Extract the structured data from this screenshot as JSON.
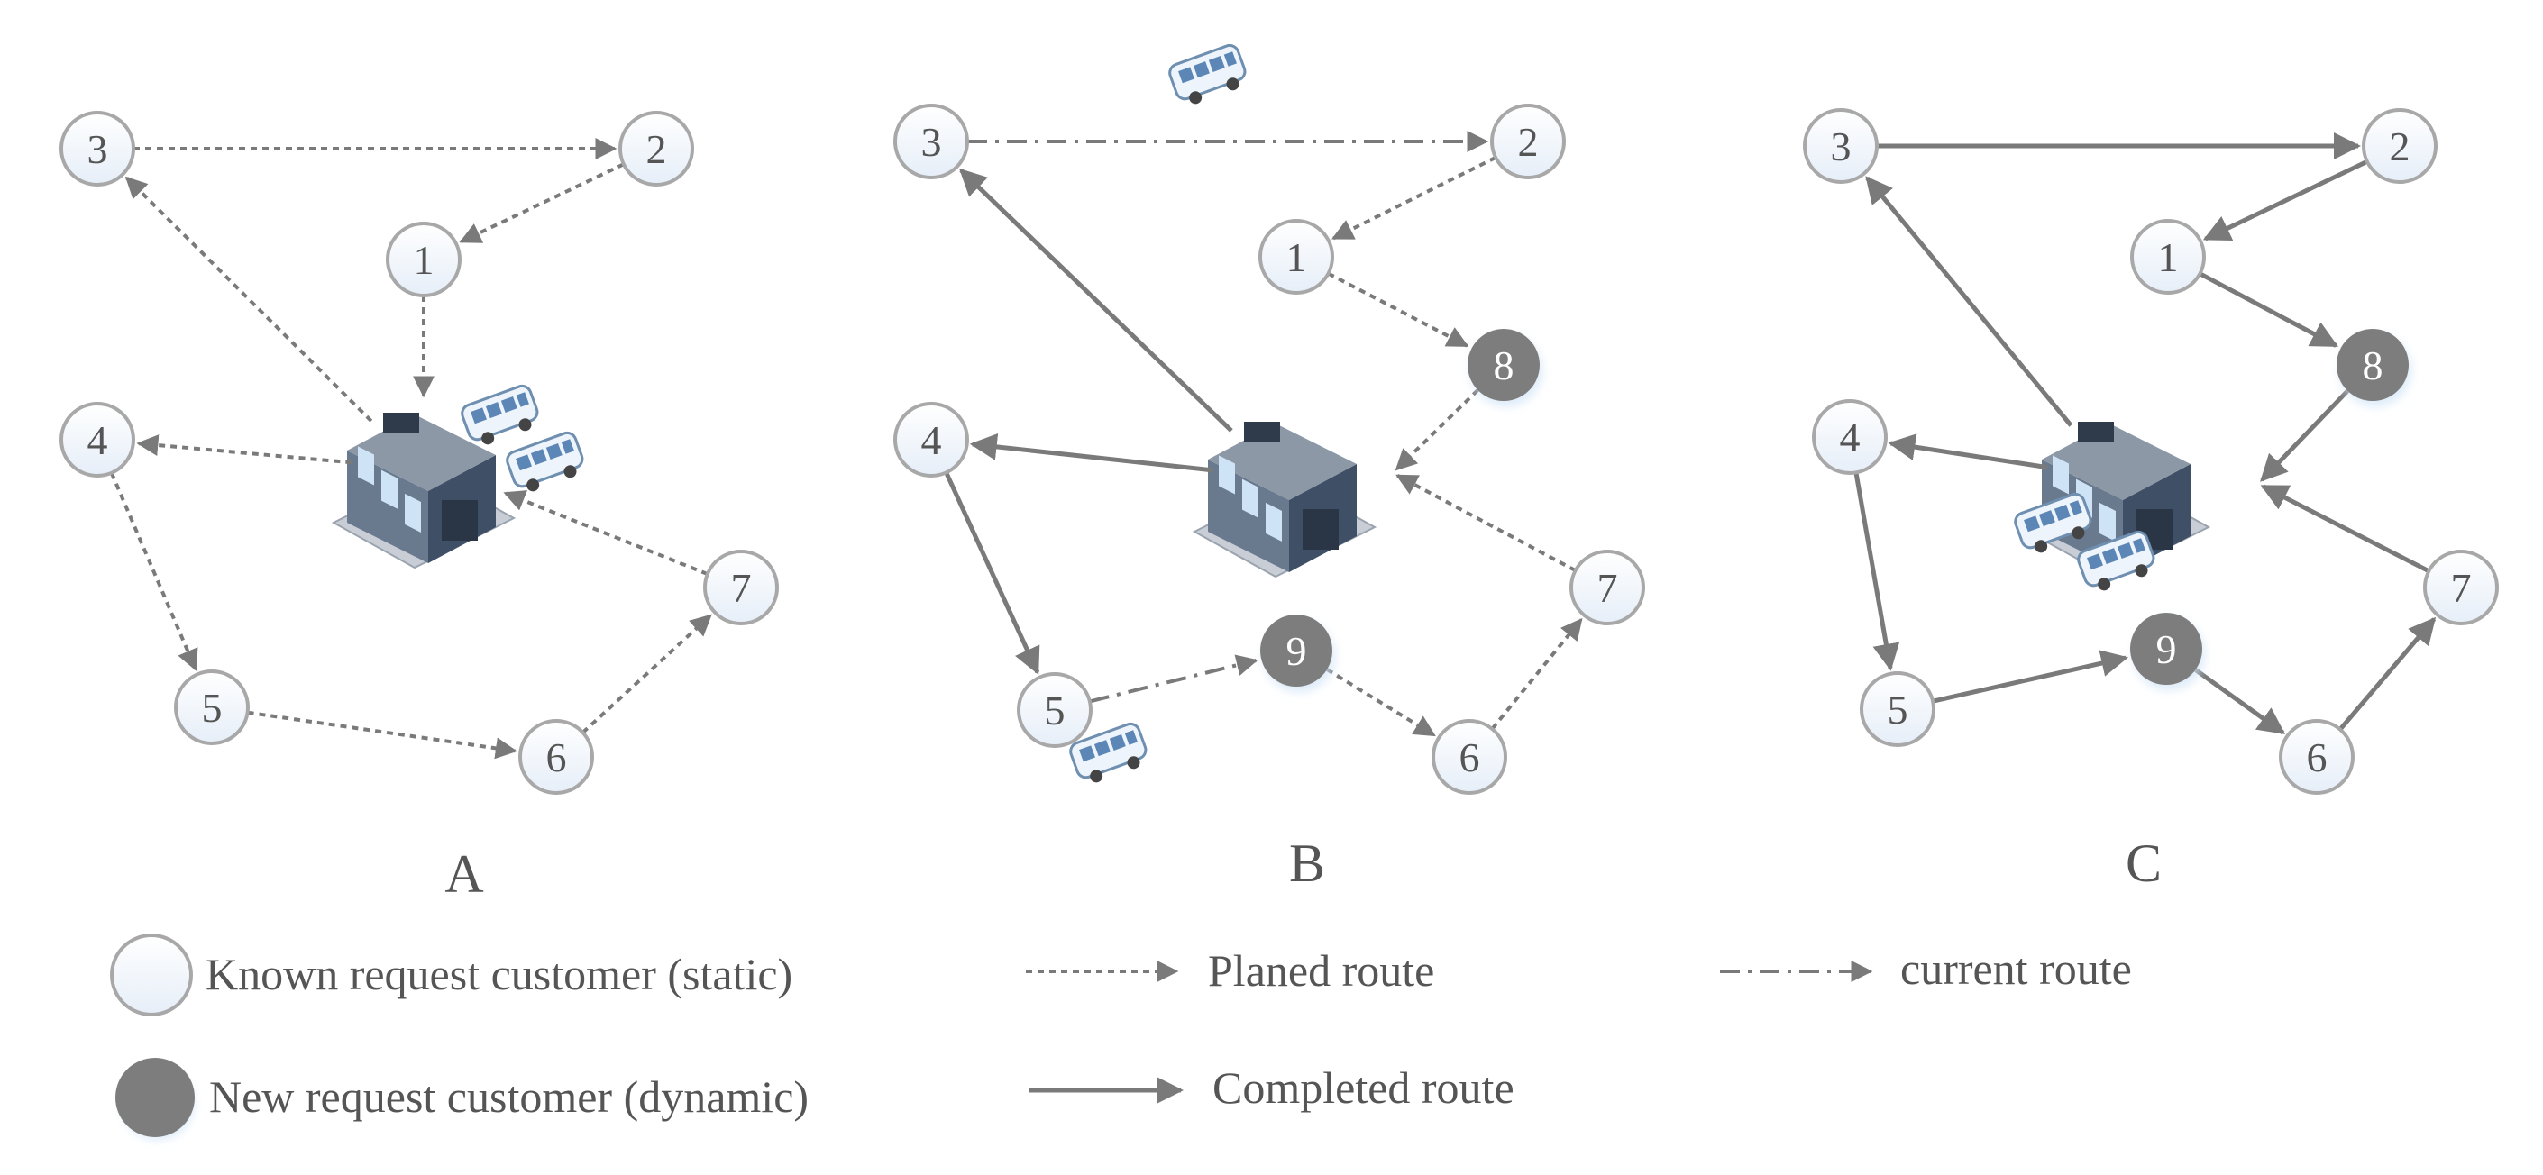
{
  "colors": {
    "edge": "#7a7a7a",
    "static_stroke": "#a8a8a8",
    "dynamic_fill": "#7d7d7d",
    "text": "#555555",
    "dynamic_text": "#ffffff"
  },
  "icons": {
    "depot": "warehouse-icon",
    "vehicle": "bus-icon"
  },
  "panels": [
    {
      "label": "A",
      "nodes": [
        {
          "id": "3",
          "type": "static"
        },
        {
          "id": "2",
          "type": "static"
        },
        {
          "id": "1",
          "type": "static"
        },
        {
          "id": "4",
          "type": "static"
        },
        {
          "id": "5",
          "type": "static"
        },
        {
          "id": "6",
          "type": "static"
        },
        {
          "id": "7",
          "type": "static"
        }
      ],
      "edges": [
        {
          "from": "depot",
          "to": "3",
          "style": "planned"
        },
        {
          "from": "3",
          "to": "2",
          "style": "planned"
        },
        {
          "from": "2",
          "to": "1",
          "style": "planned"
        },
        {
          "from": "1",
          "to": "depot",
          "style": "planned"
        },
        {
          "from": "depot",
          "to": "4",
          "style": "planned"
        },
        {
          "from": "4",
          "to": "5",
          "style": "planned"
        },
        {
          "from": "5",
          "to": "6",
          "style": "planned"
        },
        {
          "from": "6",
          "to": "7",
          "style": "planned"
        },
        {
          "from": "7",
          "to": "depot",
          "style": "planned"
        }
      ],
      "vehicles": 2
    },
    {
      "label": "B",
      "nodes": [
        {
          "id": "3",
          "type": "static"
        },
        {
          "id": "2",
          "type": "static"
        },
        {
          "id": "1",
          "type": "static"
        },
        {
          "id": "8",
          "type": "dynamic"
        },
        {
          "id": "4",
          "type": "static"
        },
        {
          "id": "5",
          "type": "static"
        },
        {
          "id": "9",
          "type": "dynamic"
        },
        {
          "id": "6",
          "type": "static"
        },
        {
          "id": "7",
          "type": "static"
        }
      ],
      "edges": [
        {
          "from": "depot",
          "to": "3",
          "style": "completed"
        },
        {
          "from": "3",
          "to": "2",
          "style": "current"
        },
        {
          "from": "2",
          "to": "1",
          "style": "planned"
        },
        {
          "from": "1",
          "to": "8",
          "style": "planned"
        },
        {
          "from": "8",
          "to": "depot",
          "style": "planned"
        },
        {
          "from": "depot",
          "to": "4",
          "style": "completed"
        },
        {
          "from": "4",
          "to": "5",
          "style": "completed"
        },
        {
          "from": "5",
          "to": "9",
          "style": "current"
        },
        {
          "from": "9",
          "to": "6",
          "style": "planned"
        },
        {
          "from": "6",
          "to": "7",
          "style": "planned"
        },
        {
          "from": "7",
          "to": "depot",
          "style": "planned"
        }
      ],
      "vehicles": 2
    },
    {
      "label": "C",
      "nodes": [
        {
          "id": "3",
          "type": "static"
        },
        {
          "id": "2",
          "type": "static"
        },
        {
          "id": "1",
          "type": "static"
        },
        {
          "id": "8",
          "type": "dynamic"
        },
        {
          "id": "4",
          "type": "static"
        },
        {
          "id": "5",
          "type": "static"
        },
        {
          "id": "9",
          "type": "dynamic"
        },
        {
          "id": "6",
          "type": "static"
        },
        {
          "id": "7",
          "type": "static"
        }
      ],
      "edges": [
        {
          "from": "depot",
          "to": "3",
          "style": "completed"
        },
        {
          "from": "3",
          "to": "2",
          "style": "completed"
        },
        {
          "from": "2",
          "to": "1",
          "style": "completed"
        },
        {
          "from": "1",
          "to": "8",
          "style": "completed"
        },
        {
          "from": "8",
          "to": "depot",
          "style": "completed"
        },
        {
          "from": "depot",
          "to": "4",
          "style": "completed"
        },
        {
          "from": "4",
          "to": "5",
          "style": "completed"
        },
        {
          "from": "5",
          "to": "9",
          "style": "completed"
        },
        {
          "from": "9",
          "to": "6",
          "style": "completed"
        },
        {
          "from": "6",
          "to": "7",
          "style": "completed"
        },
        {
          "from": "7",
          "to": "depot",
          "style": "completed"
        }
      ],
      "vehicles": 2
    }
  ],
  "legend": {
    "static_customer": "Known request customer (static)",
    "dynamic_customer": "New request customer (dynamic)",
    "planned_route": "Planed route",
    "current_route": "current route",
    "completed_route": "Completed route"
  }
}
